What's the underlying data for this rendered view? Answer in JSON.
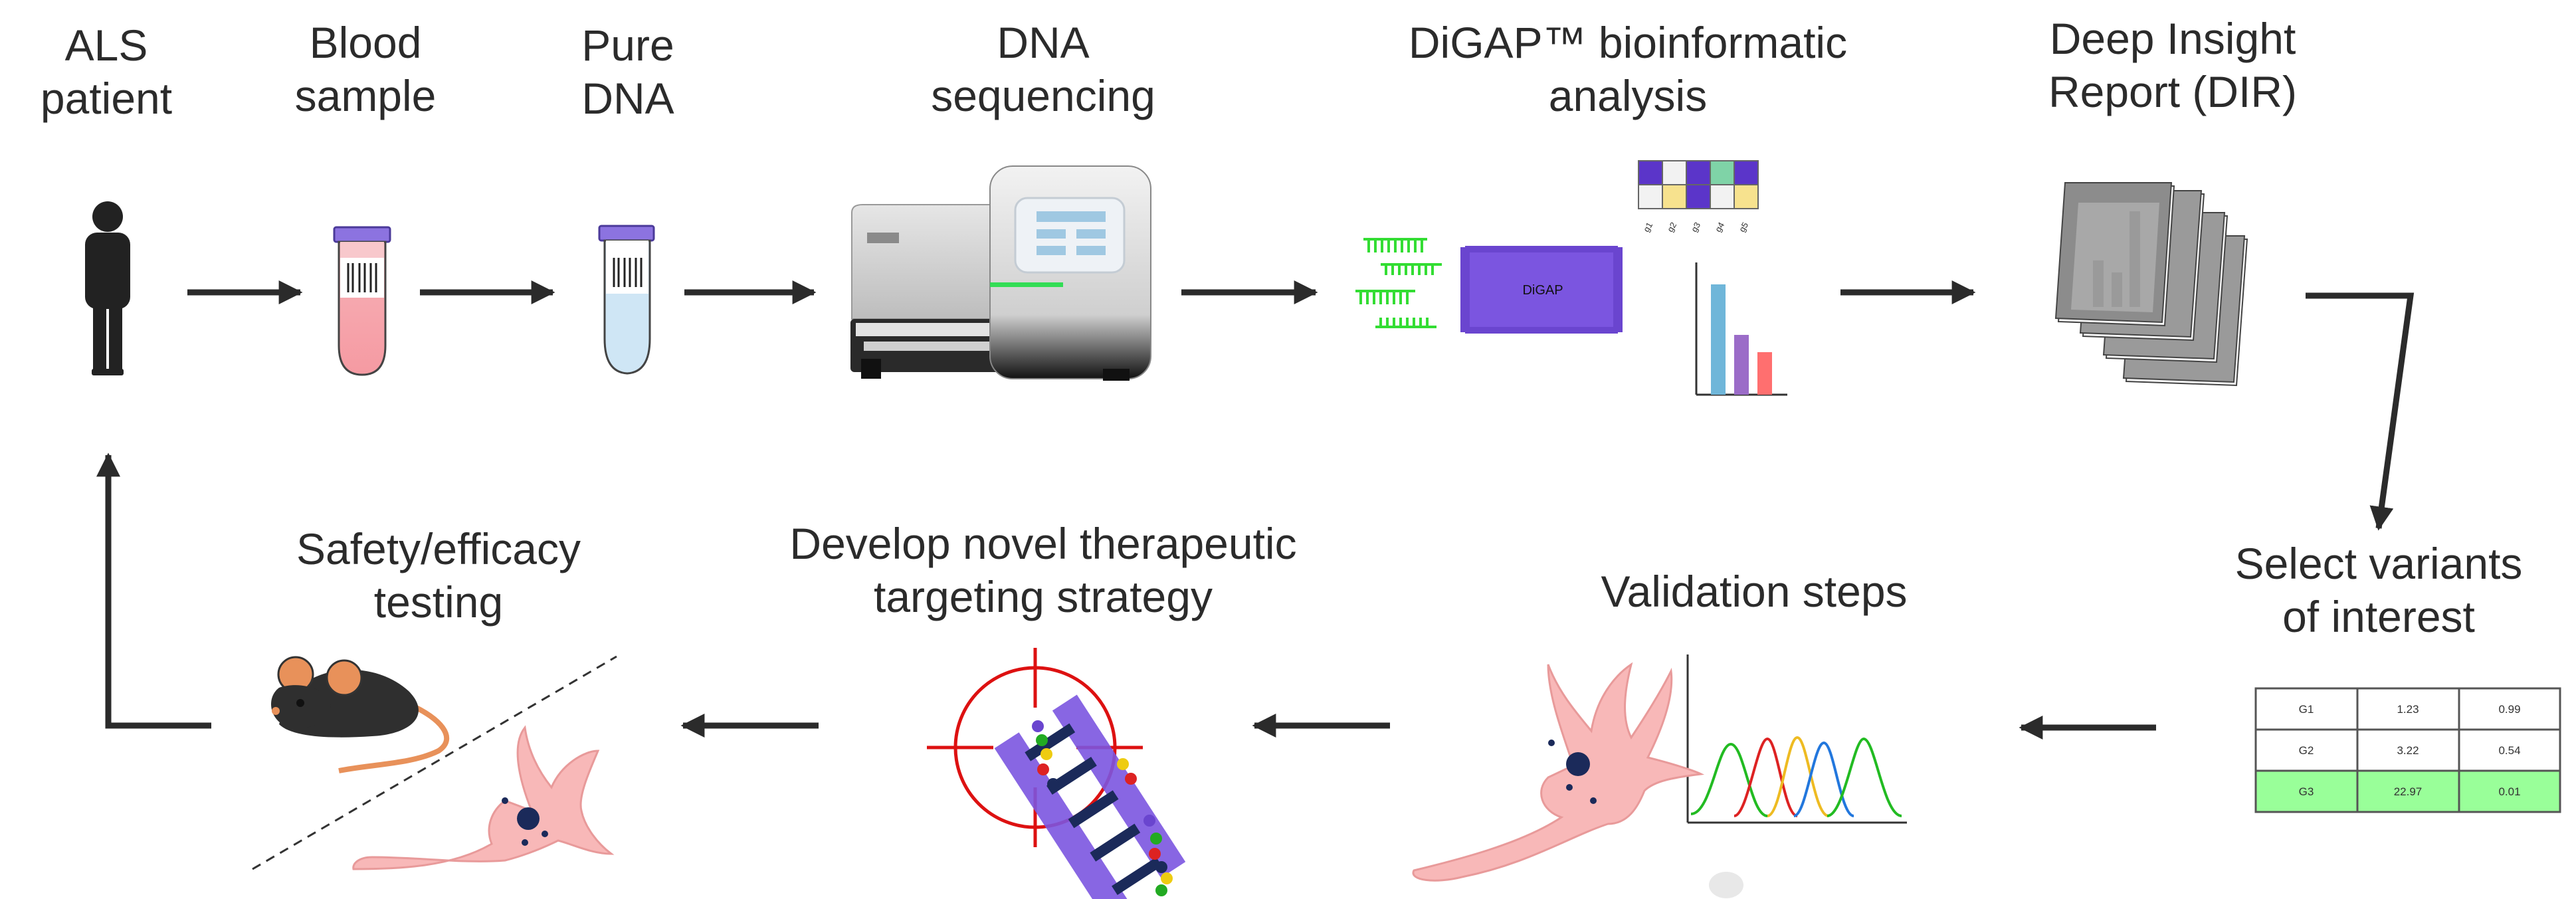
{
  "steps": {
    "patient": {
      "line1": "ALS",
      "line2": "patient"
    },
    "blood": {
      "line1": "Blood",
      "line2": "sample"
    },
    "dna": {
      "line1": "Pure",
      "line2": "DNA"
    },
    "seq": {
      "line1": "DNA",
      "line2": "sequencing"
    },
    "digap": {
      "line1": "DiGAP™ bioinformatic",
      "line2": "analysis"
    },
    "report": {
      "line1": "Deep Insight",
      "line2": "Report (DIR)"
    },
    "select": {
      "line1": "Select variants",
      "line2": "of interest"
    },
    "validation": {
      "line1": "Validation steps"
    },
    "develop": {
      "line1": "Develop novel therapeutic",
      "line2": "targeting strategy"
    },
    "safety": {
      "line1": "Safety/efficacy",
      "line2": "testing"
    }
  },
  "digap_box_label": "DiGAP",
  "heatmap_columns": [
    "g1",
    "g2",
    "g3",
    "g4",
    "g5"
  ],
  "variant_table": {
    "rows": [
      [
        "G1",
        "1.23",
        "0.99"
      ],
      [
        "G2",
        "3.22",
        "0.54"
      ],
      [
        "G3",
        "22.97",
        "0.01"
      ]
    ],
    "highlight_row": 2
  },
  "colors": {
    "arrow": "#2b2b2b",
    "digap": "#7b55e0",
    "highlight": "#99ff99",
    "neuron": "#f8b8b8",
    "reads": "#33dd33",
    "target": "#dd1111"
  }
}
